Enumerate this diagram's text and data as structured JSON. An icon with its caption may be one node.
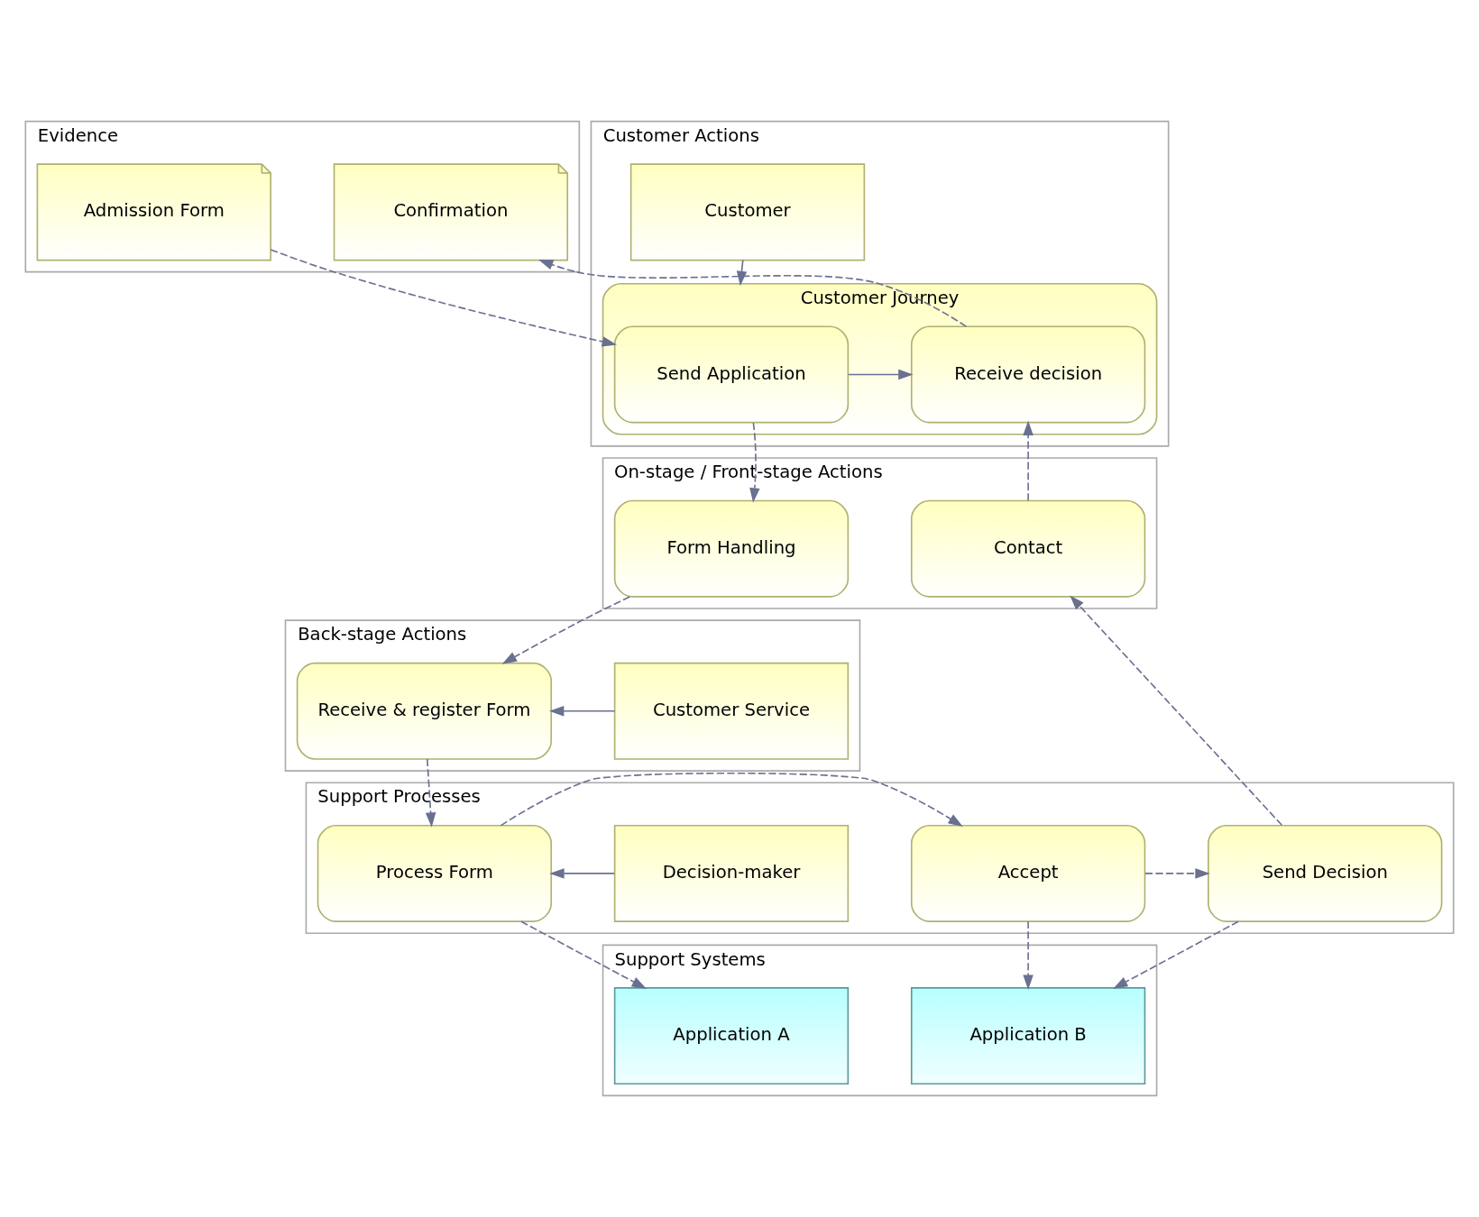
{
  "diagram": {
    "nodes": [
      {
        "text": [
          "Evidence"
        ]
      },
      {
        "text": [
          "Admission Form"
        ],
        "in": 0
      },
      {
        "text": [
          "Confirmation"
        ],
        "in": 0
      },
      {
        "text": [
          "Customer Actions"
        ]
      },
      {
        "text": [
          "Customer"
        ],
        "in": 3
      },
      {
        "text": [
          "Customer Journey"
        ],
        "in": 3
      },
      {
        "text": [
          "Send Application"
        ],
        "in": 5
      },
      {
        "text": [
          "Receive decision"
        ],
        "in": 5
      },
      {
        "text": [
          "On-stage / Front-stage Actions"
        ]
      },
      {
        "text": [
          "Form Handling"
        ],
        "in": 8
      },
      {
        "text": [
          "Contact"
        ],
        "in": 8
      },
      {
        "text": [
          "Back-stage Actions"
        ]
      },
      {
        "text": [
          "Customer Service"
        ],
        "in": 11
      },
      {
        "text": [
          "Receive & register Form"
        ],
        "in": 11
      },
      {
        "text": [
          "Support Processes"
        ]
      },
      {
        "text": [
          "Decision-maker"
        ],
        "in": 14
      },
      {
        "text": [
          "Process Form"
        ],
        "in": 14
      },
      {
        "text": [
          "Accept"
        ],
        "in": 14
      },
      {
        "text": [
          "Send Decision"
        ],
        "in": 14
      },
      {
        "text": [
          "Support Systems"
        ]
      },
      {
        "text": [
          "Application A"
        ],
        "in": 19
      },
      {
        "text": [
          "Application B"
        ],
        "in": 19
      }
    ],
    "edges": [
      {
        "from": 1,
        "to": 6,
        "arrow": "to",
        "style": "dashed"
      },
      {
        "from": 7,
        "to": 2,
        "arrow": "to",
        "style": "dashed"
      },
      {
        "from": 4,
        "to": 5,
        "arrow": "to"
      },
      {
        "from": 6,
        "to": 7,
        "arrow": "to"
      },
      {
        "from": 6,
        "to": 9,
        "arrow": "to",
        "style": "dashed"
      },
      {
        "from": 9,
        "to": 13,
        "arrow": "to",
        "style": "dashed"
      },
      {
        "from": 12,
        "to": 13,
        "arrow": "to"
      },
      {
        "from": 13,
        "to": 16,
        "arrow": "to",
        "style": "dashed"
      },
      {
        "from": 15,
        "to": 16,
        "arrow": "to"
      },
      {
        "from": 16,
        "to": 17,
        "arrow": "to",
        "style": "dashed"
      },
      {
        "from": 17,
        "to": 18,
        "arrow": "to",
        "style": "dashed"
      },
      {
        "from": 18,
        "to": 10,
        "arrow": "to",
        "style": "dashed"
      },
      {
        "from": 10,
        "to": 7,
        "arrow": "to",
        "style": "dashed"
      },
      {
        "from": 16,
        "to": 20,
        "arrow": "to",
        "style": "dashed"
      },
      {
        "from": 17,
        "to": 21,
        "arrow": "to",
        "style": "dashed"
      },
      {
        "from": 18,
        "to": 21,
        "arrow": "to",
        "style": "dashed"
      }
    ]
  }
}
